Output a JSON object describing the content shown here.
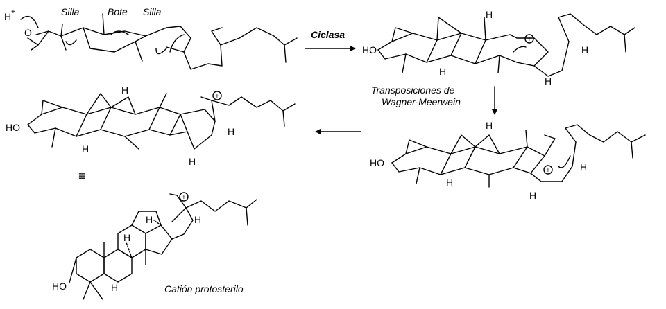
{
  "labels": {
    "h_plus": "H",
    "plus": "+",
    "silla_1": "Silla",
    "bote": "Bote",
    "silla_2": "Silla",
    "enzyme": "Ciclasa",
    "rearrangement_line1": "Transposiciones de",
    "rearrangement_line2": "Wagner-Meerwein",
    "ho": "HO",
    "o": "O",
    "h": "H",
    "equivalent": "≡",
    "product_name": "Catión protosterilo"
  }
}
